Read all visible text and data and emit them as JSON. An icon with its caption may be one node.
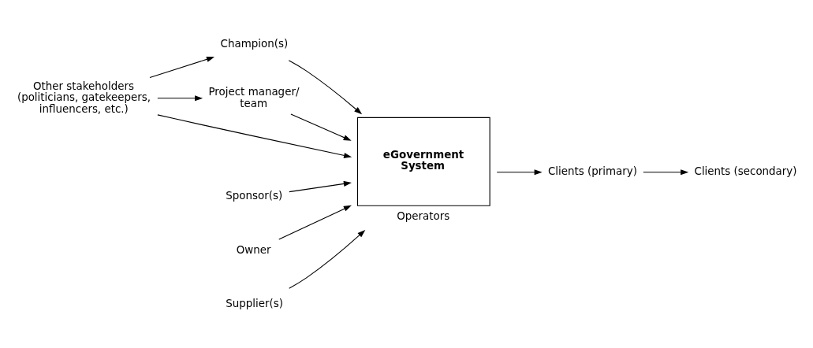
{
  "diagram": {
    "nodes": [
      {
        "text": [
          "Other stakeholders (politicians, gatekeepers, influencers, etc.)"
        ]
      },
      {
        "text": [
          "Champion(s)"
        ]
      },
      {
        "text": [
          "Sponsor(s)"
        ]
      },
      {
        "text": [
          "Owner"
        ]
      },
      {
        "text": [
          "Project manager/ team"
        ]
      },
      {
        "text": [
          "eGovernment System"
        ],
        "beside": [
          "Operators"
        ]
      },
      {
        "text": [
          "Supplier(s)"
        ]
      },
      {
        "text": [
          "Clients (primary)"
        ]
      },
      {
        "text": [
          "Clients (secondary)"
        ]
      }
    ],
    "edges": [
      {
        "from": 0,
        "to": 1,
        "arrow": "to"
      },
      {
        "from": 0,
        "to": 4,
        "arrow": "to"
      },
      {
        "from": 0,
        "to": 5,
        "arrow": "to"
      },
      {
        "from": 1,
        "to": 5,
        "arrow": "to"
      },
      {
        "from": 2,
        "to": 5,
        "arrow": "to"
      },
      {
        "from": 3,
        "to": 5,
        "arrow": "to"
      },
      {
        "from": 4,
        "to": 5,
        "arrow": "to"
      },
      {
        "from": 6,
        "to": 5,
        "arrow": "to"
      },
      {
        "from": 5,
        "to": 7,
        "arrow": "to"
      },
      {
        "from": 7,
        "to": 8,
        "arrow": "to"
      }
    ]
  }
}
